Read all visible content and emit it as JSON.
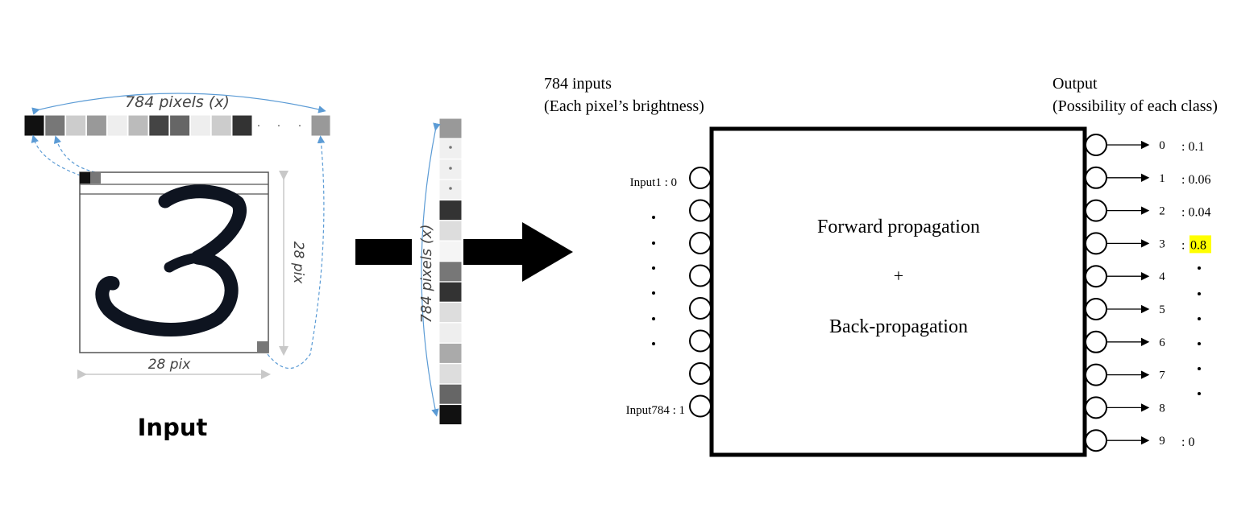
{
  "left": {
    "pixels_caption": "784 pixels (x)",
    "width_caption": "28 pix",
    "height_caption": "28 pix",
    "input_label": "Input",
    "row_strip_colors": [
      "#111111",
      "#777777",
      "#cccccc",
      "#999999",
      "#eeeeee",
      "#bbbbbb",
      "#444444",
      "#666666",
      "#eeeeee",
      "#cccccc",
      "#333333"
    ],
    "row_strip_last_color": "#999999",
    "digit": "3"
  },
  "middle": {
    "column_caption": "784 pixels (x)",
    "column_colors": [
      "#999999",
      "#f0f0f0",
      "#f0f0f0",
      "#f0f0f0",
      "#333333",
      "#dddddd",
      "#f5f5f5",
      "#777777",
      "#333333",
      "#dddddd",
      "#eeeeee",
      "#aaaaaa",
      "#dddddd",
      "#666666",
      "#111111"
    ]
  },
  "network": {
    "inputs_title_line1": "784 inputs",
    "inputs_title_line2": "(Each pixel’s brightness)",
    "output_title_line1": "Output",
    "output_title_line2": "(Possibility of each class)",
    "box_line1": "Forward propagation",
    "box_line2": "+",
    "box_line3": "Back-propagation",
    "input_first_label": "Input1 : 0",
    "input_last_label": "Input784 : 1",
    "highlight_color": "#ffff00",
    "outputs": [
      {
        "cls": "0",
        "prob": ": 0.1",
        "highlight": false
      },
      {
        "cls": "1",
        "prob": ": 0.06",
        "highlight": false
      },
      {
        "cls": "2",
        "prob": ": 0.04",
        "highlight": false
      },
      {
        "cls": "3",
        "prob": ": 0.8",
        "highlight": true
      },
      {
        "cls": "4",
        "prob": "",
        "highlight": false
      },
      {
        "cls": "5",
        "prob": "",
        "highlight": false
      },
      {
        "cls": "6",
        "prob": "",
        "highlight": false
      },
      {
        "cls": "7",
        "prob": "",
        "highlight": false
      },
      {
        "cls": "8",
        "prob": "",
        "highlight": false
      },
      {
        "cls": "9",
        "prob": ": 0",
        "highlight": false
      }
    ]
  }
}
